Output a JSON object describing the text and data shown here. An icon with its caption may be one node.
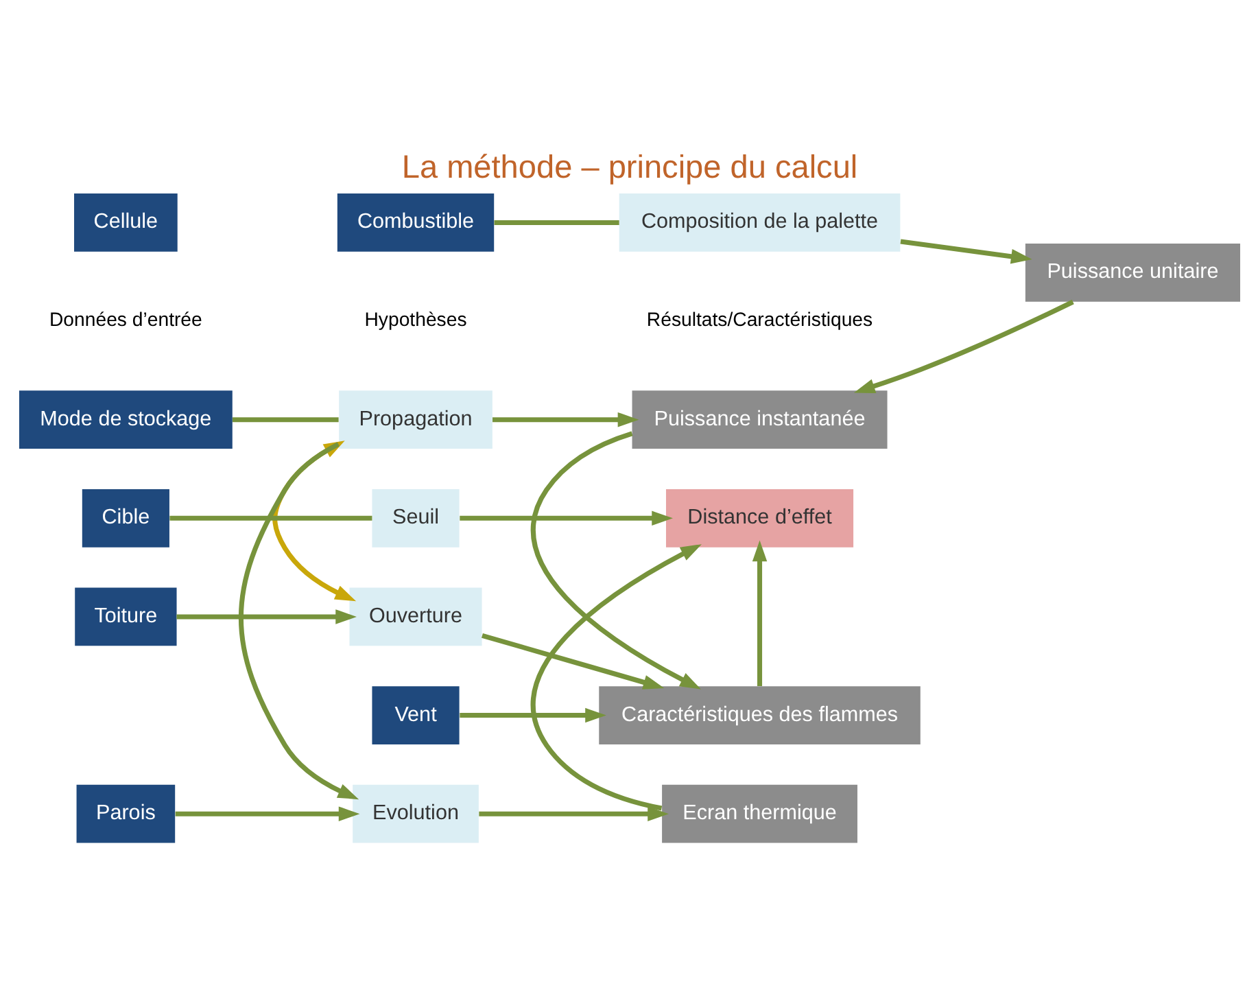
{
  "diagram": {
    "title": "La méthode – principe du calcul",
    "nodes": [
      {
        "text": [
          "Combustible"
        ]
      },
      {
        "text": [
          "Composition de la palette"
        ]
      },
      {
        "text": [
          "Puissance unitaire"
        ]
      },
      {
        "text": [
          "Mode de stockage"
        ]
      },
      {
        "text": [
          "Propagation"
        ]
      },
      {
        "text": [
          "Puissance instantanée"
        ]
      },
      {
        "text": [
          "Vent"
        ]
      },
      {
        "text": [
          "Caractéristiques des flammes"
        ]
      },
      {
        "text": [
          "Toiture"
        ]
      },
      {
        "text": [
          "Ouverture"
        ]
      },
      {
        "text": [
          "Cellule"
        ]
      },
      {
        "text": [
          "Parois"
        ]
      },
      {
        "text": [
          "Evolution"
        ]
      },
      {
        "text": [
          "Ecran thermique"
        ]
      },
      {
        "text": [
          "Cible"
        ]
      },
      {
        "text": [
          "Seuil"
        ]
      },
      {
        "text": [
          "Distance d’effet"
        ]
      }
    ],
    "edges": [
      {
        "from": 0,
        "to": 1,
        "arrow": "none"
      },
      {
        "from": 1,
        "to": 2,
        "arrow": "to"
      },
      {
        "from": 3,
        "to": 4,
        "arrow": "none"
      },
      {
        "from": 4,
        "to": 5,
        "arrow": "to"
      },
      {
        "from": 2,
        "to": 5,
        "arrow": "to"
      },
      {
        "from": 5,
        "to": 7,
        "arrow": "to"
      },
      {
        "from": 6,
        "to": 7,
        "arrow": "to"
      },
      {
        "from": 4,
        "to": 9,
        "arrow": "both",
        "color": "#c9a70a"
      },
      {
        "from": 8,
        "to": 9,
        "arrow": "to"
      },
      {
        "from": 9,
        "to": 7,
        "arrow": "to"
      },
      {
        "from": 4,
        "to": 12,
        "arrow": "to"
      },
      {
        "from": 11,
        "to": 12,
        "arrow": "to"
      },
      {
        "from": 12,
        "to": 13,
        "arrow": "to"
      },
      {
        "from": 13,
        "to": 16,
        "arrow": "to"
      },
      {
        "from": 7,
        "to": 16,
        "arrow": "to"
      },
      {
        "from": 14,
        "to": 15,
        "arrow": "none"
      },
      {
        "from": 15,
        "to": 16,
        "arrow": "to"
      }
    ],
    "labels": [
      "Données d’entrée",
      "Hypothèses",
      "Résultats/Caractéristiques"
    ]
  }
}
